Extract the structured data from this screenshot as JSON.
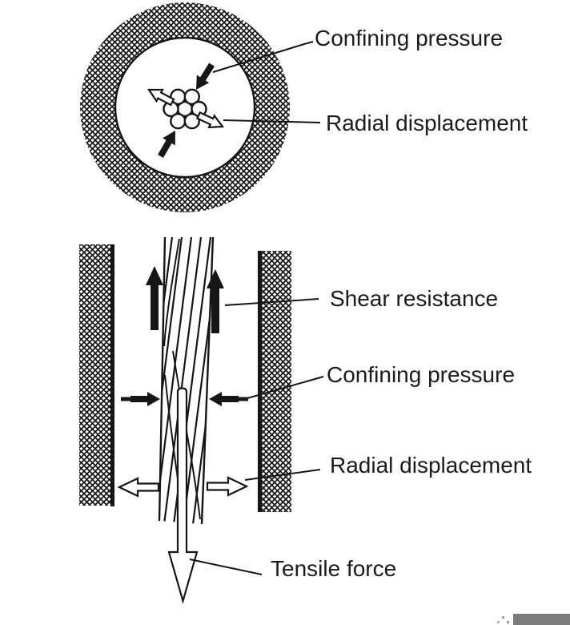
{
  "meta": {
    "background": "#ffffff",
    "ink_color": "#161616",
    "artifact_bar_color": "#7c7c7c"
  },
  "cross_section": {
    "description": "cable cross-section inside borehole",
    "labels": {
      "confining": {
        "text": "Confining pressure"
      },
      "radial": {
        "text": "Radial displacement"
      }
    }
  },
  "longitudinal_section": {
    "description": "cable pull-out longitudinal section",
    "labels": {
      "shear": {
        "text": "Shear resistance"
      },
      "confining": {
        "text": "Confining pressure"
      },
      "radial": {
        "text": "Radial displacement"
      },
      "tensile": {
        "text": "Tensile force"
      }
    }
  }
}
